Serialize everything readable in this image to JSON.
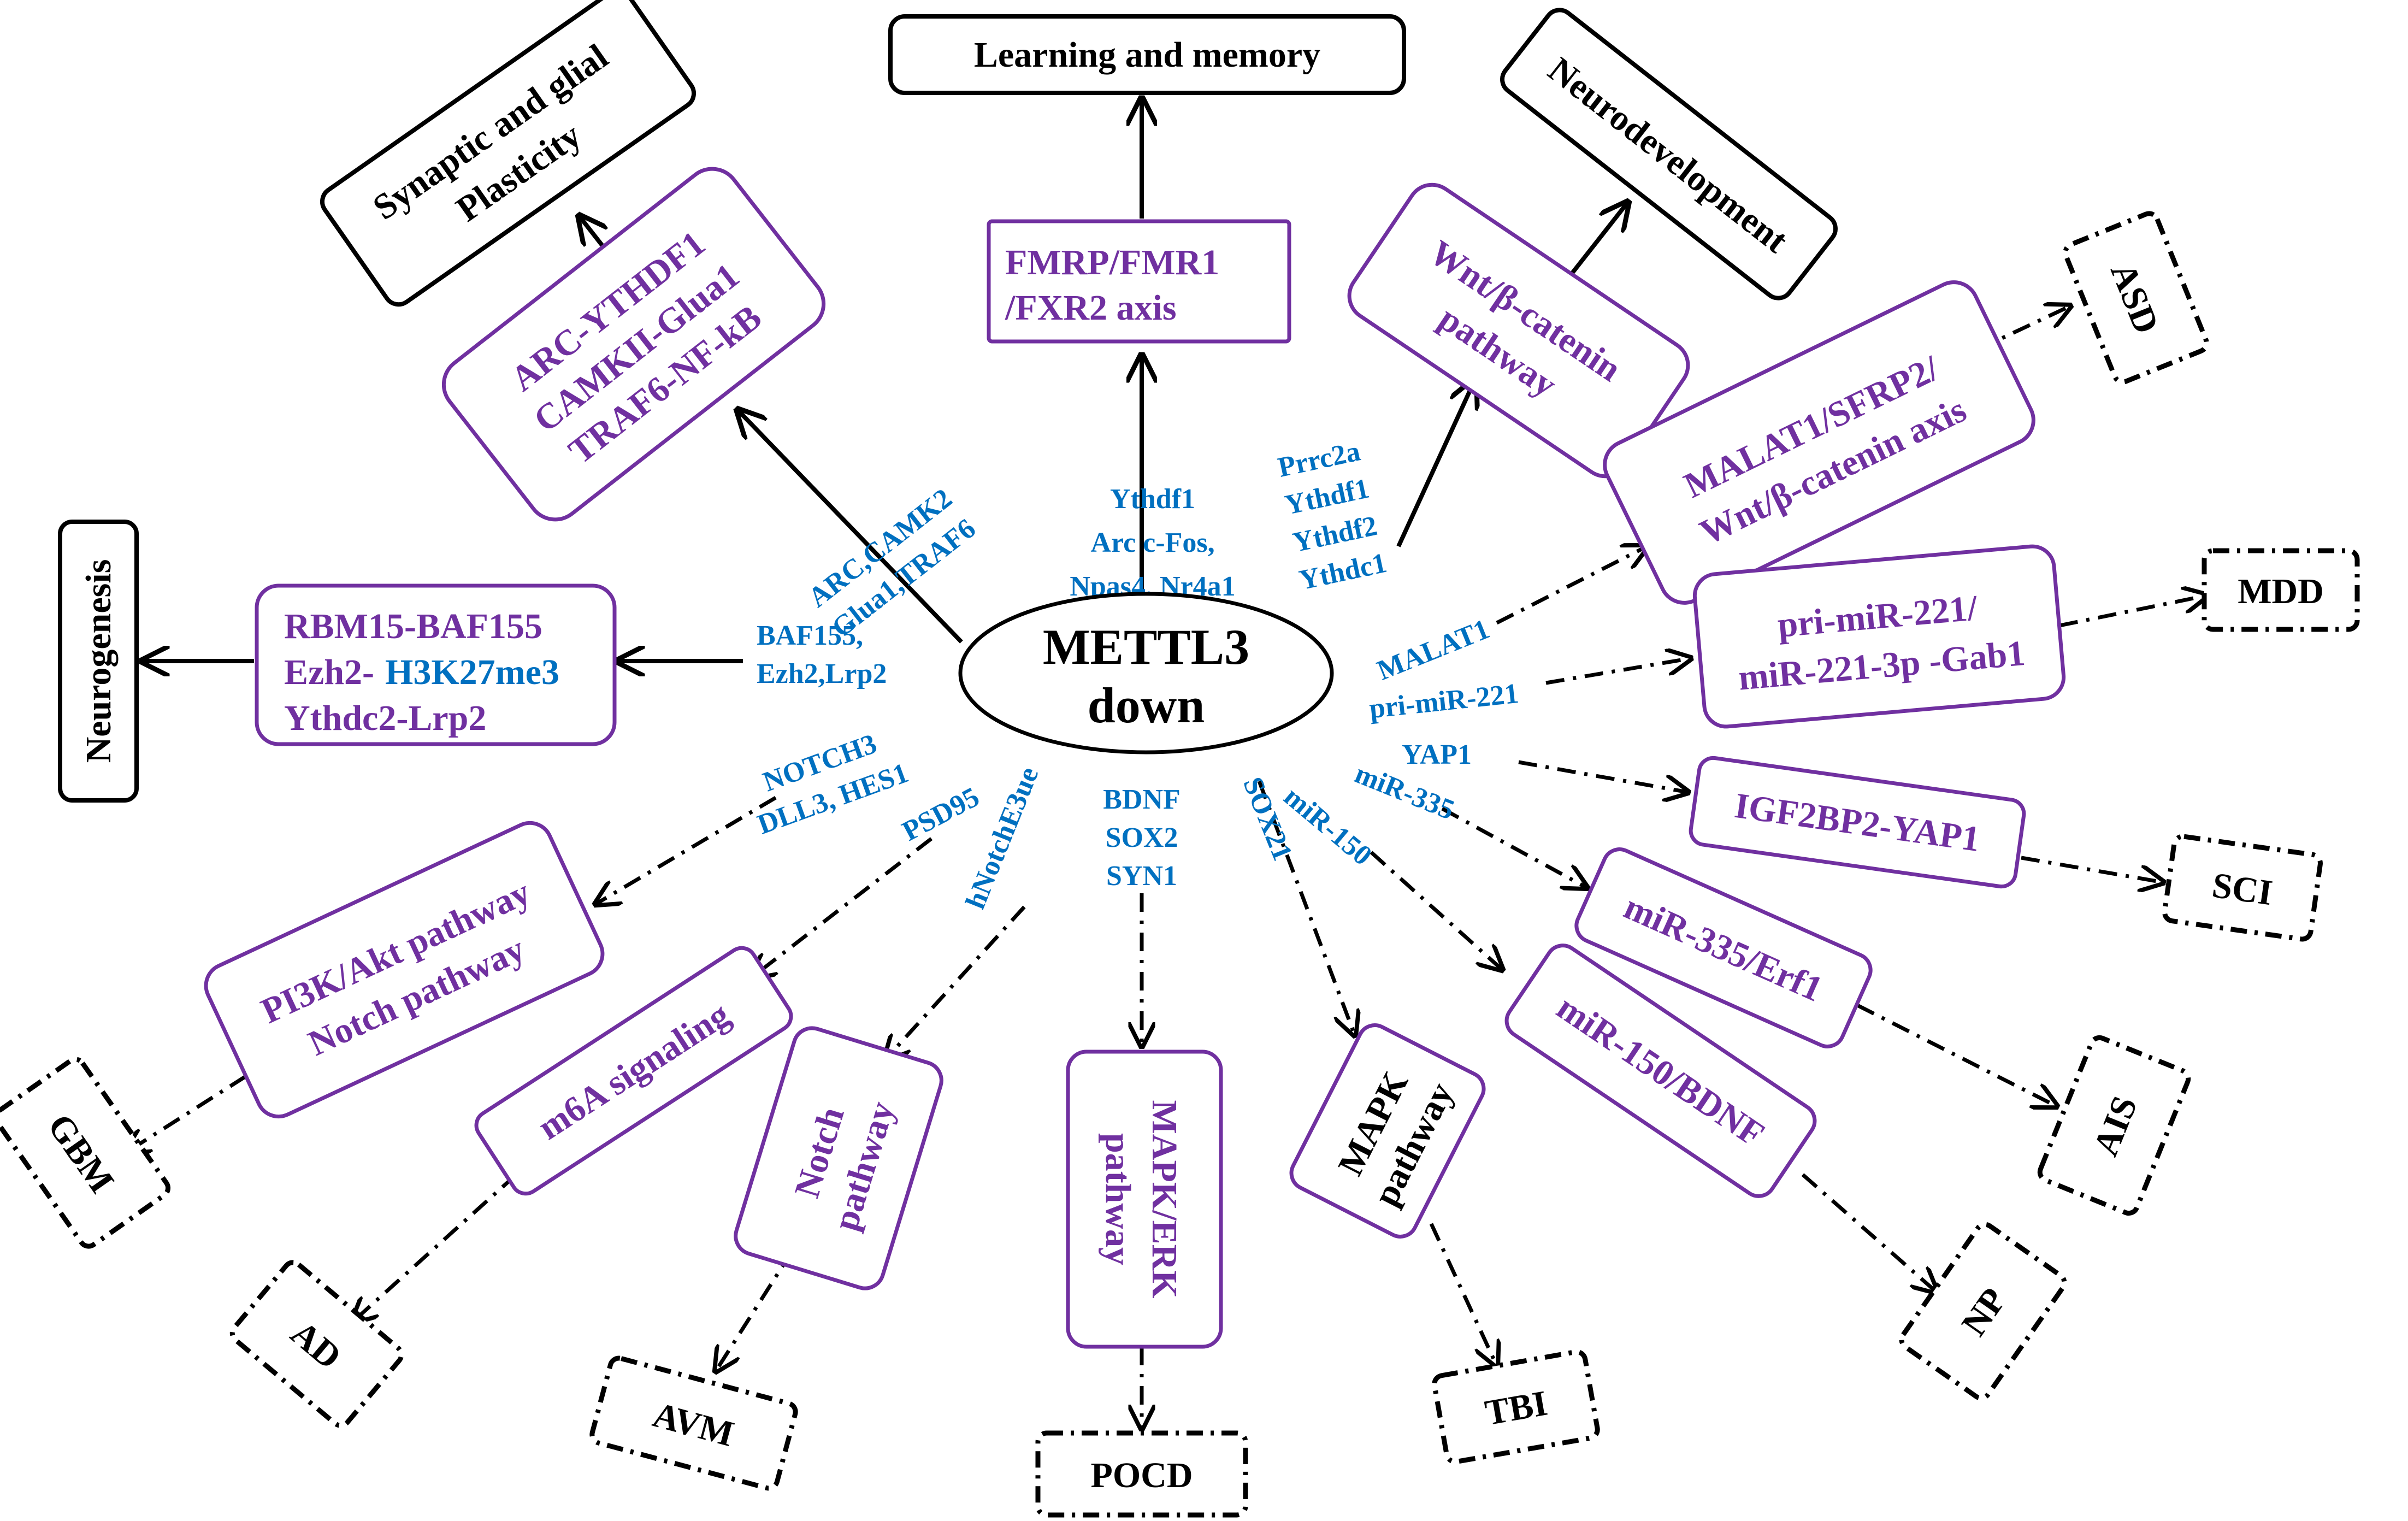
{
  "center": {
    "line1": "METTL3",
    "line2": "down"
  },
  "outcomes": {
    "learning": "Learning and memory",
    "synaptic1": "Synaptic and glial",
    "synaptic2": "Plasticity",
    "neurodev": "Neurodevelopment",
    "neurogenesis": "Neurogenesis"
  },
  "pathways": {
    "fmrp1": "FMRP/FMR1",
    "fmrp2": "/FXR2 axis",
    "arc1": "ARC-YTHDF1",
    "arc2": "CAMKII-Glua1",
    "arc3": "TRAF6-NF-kB",
    "wnt1": "Wnt/β-catenin",
    "wnt2": "pathway",
    "rbm1": "RBM15-BAF155",
    "rbm2a": "Ezh2-",
    "rbm2b": "H3K27me3",
    "rbm3": "Ythdc2-Lrp2",
    "malat1": "MALAT1/SFRP2/",
    "malat2": "Wnt/β-catenin axis",
    "mir221_1": "pri-miR-221/",
    "mir221_2": "miR-221-3p -Gab1",
    "igf": "IGF2BP2-YAP1",
    "mir335": "miR-335/Erf1",
    "mir150": "miR-150/BDNF",
    "mapk1": "MAPK",
    "mapk2": "pathway",
    "mapkerk1": "MAPK/ERK",
    "mapkerk2": "pathway",
    "notch1": "Notch",
    "notch2": "pathway",
    "m6a": "m6A signaling",
    "pi3k1": "PI3K/Akt pathway",
    "pi3k2": "Notch pathway"
  },
  "mediators": {
    "top1": "Ythdf1",
    "top2": "Arc c-Fos,",
    "top3": "Npas4, Nr4a1",
    "arc1": "ARC,CAMK2",
    "arc2": "Glua1,TRAF6",
    "prrc1": "Prrc2a",
    "prrc2": "Ythdf1",
    "prrc3": "Ythdf2",
    "prrc4": "Ythdc1",
    "baf1": "BAF155,",
    "baf2": "Ezh2,Lrp2",
    "malat": "MALAT1",
    "primir": "pri-miR-221",
    "yap": "YAP1",
    "mir335": "miR-335",
    "mir150": "miR-150",
    "sox21": "SOX21",
    "bdnf1": "BDNF",
    "bdnf2": "SOX2",
    "bdnf3": "SYN1",
    "hnotch": "hNotchE3ue",
    "notch1": "NOTCH3",
    "notch2": "DLL3, HES1",
    "psd": "PSD95"
  },
  "diseases": {
    "asd": "ASD",
    "mdd": "MDD",
    "sci": "SCI",
    "ais": "AIS",
    "np": "NP",
    "tbi": "TBI",
    "pocd": "POCD",
    "avm": "AVM",
    "ad": "AD",
    "gbm": "GBM"
  }
}
